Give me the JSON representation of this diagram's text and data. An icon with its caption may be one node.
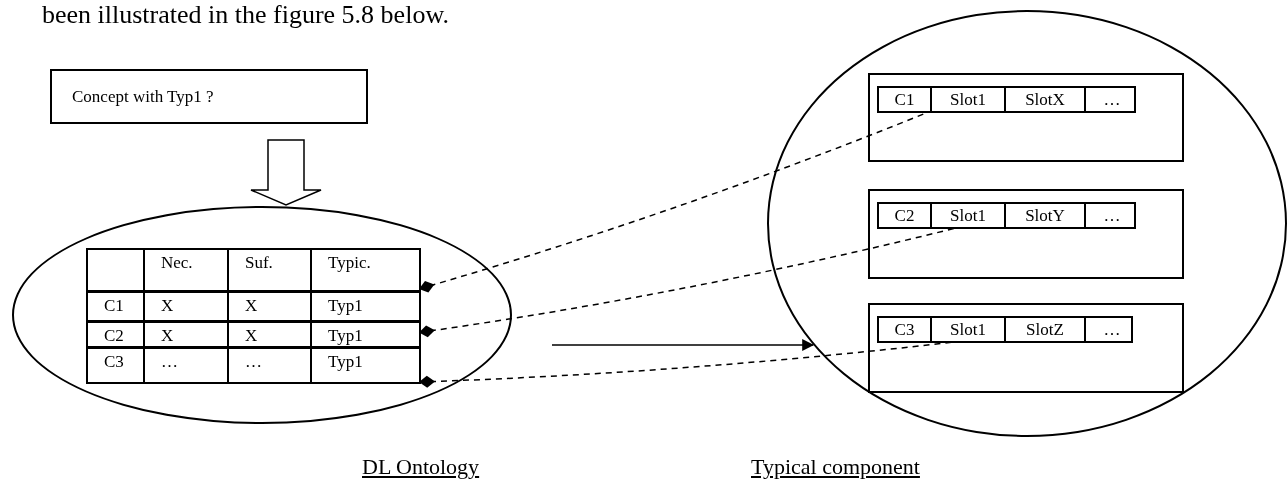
{
  "diagram": {
    "nodes": [
      {
        "text": [
          "Concept with Typ1 ?"
        ]
      },
      {
        "text": [],
        "shape": "ellipse",
        "beside": [
          "DL Ontology"
        ]
      },
      {
        "text": [
          "Nec.",
          "Suf.",
          "Typic."
        ],
        "in": 1
      },
      {
        "text": [
          "C1",
          "X",
          "X",
          "Typ1"
        ],
        "in": 1
      },
      {
        "text": [
          "C2",
          "X",
          "X",
          "Typ1"
        ],
        "in": 1
      },
      {
        "text": [
          "C3",
          "…",
          "…",
          "Typ1"
        ],
        "in": 1
      },
      {
        "text": [],
        "shape": "ellipse",
        "beside": [
          "Typical component"
        ]
      },
      {
        "text": [],
        "shape": "box",
        "in": 6
      },
      {
        "text": [
          "C1",
          "Slot1",
          "SlotX",
          "…"
        ],
        "in": 7
      },
      {
        "text": [],
        "shape": "box",
        "in": 6
      },
      {
        "text": [
          "C2",
          "Slot1",
          "SlotY",
          "…"
        ],
        "in": 9
      },
      {
        "text": [],
        "shape": "box",
        "in": 6
      },
      {
        "text": [
          "C3",
          "Slot1",
          "SlotZ",
          "…"
        ],
        "in": 11
      }
    ],
    "edges": [
      {
        "from": 0,
        "to": 1,
        "arrow": "to",
        "style": "thick"
      },
      {
        "from": 3,
        "to": 8,
        "arrow": "other",
        "style": "dashed"
      },
      {
        "from": 4,
        "to": 10,
        "arrow": "other",
        "style": "dashed"
      },
      {
        "from": 5,
        "to": 12,
        "arrow": "other",
        "style": "dashed"
      },
      {
        "from": null,
        "to": 6,
        "arrow": "to"
      }
    ],
    "labels": [
      "been illustrated in the figure 5.8 below."
    ]
  }
}
